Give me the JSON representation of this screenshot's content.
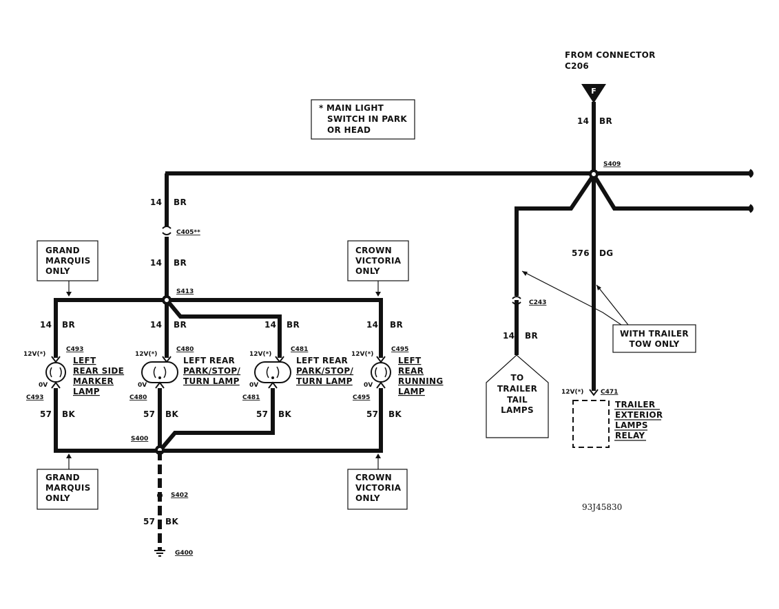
{
  "source": {
    "heading_line1": "FROM CONNECTOR",
    "heading_line2": "C206",
    "pin": "F"
  },
  "note": {
    "line1": "* MAIN LIGHT",
    "line2": "SWITCH IN PARK",
    "line3": "OR HEAD"
  },
  "splices": {
    "s409": "S409",
    "s413": "S413",
    "s400": "S400",
    "s402": "S402"
  },
  "connectors": {
    "c405": "C405**",
    "c243": "C243",
    "c471": "C471",
    "c493": "C493",
    "c480": "C480",
    "c481": "C481",
    "c495": "C495"
  },
  "ground": "G400",
  "wires": {
    "br_gauge": "14",
    "br_color": "BR",
    "dg_gauge": "576",
    "dg_color": "DG",
    "bk_gauge": "57",
    "bk_color": "BK"
  },
  "voltages": {
    "on": "12V(*)",
    "zero": "0V",
    "relay": "12V(*)"
  },
  "callouts": {
    "gm_top": [
      "GRAND",
      "MARQUIS",
      "ONLY"
    ],
    "cv_top": [
      "CROWN",
      "VICTORIA",
      "ONLY"
    ],
    "gm_bottom": [
      "GRAND",
      "MARQUIS",
      "ONLY"
    ],
    "cv_bottom": [
      "CROWN",
      "VICTORIA",
      "ONLY"
    ],
    "trailer_tow": [
      "WITH TRAILER",
      "TOW ONLY"
    ]
  },
  "lamps": {
    "marker": [
      "LEFT",
      "REAR SIDE",
      "MARKER",
      "LAMP"
    ],
    "park1": [
      "LEFT REAR",
      "PARK/STOP/",
      "TURN LAMP"
    ],
    "park2": [
      "LEFT REAR",
      "PARK/STOP/",
      "TURN LAMP"
    ],
    "running": [
      "LEFT",
      "REAR",
      "RUNNING",
      "LAMP"
    ]
  },
  "trailer_tail": [
    "TO",
    "TRAILER",
    "TAIL",
    "LAMPS"
  ],
  "relay": [
    "TRAILER",
    "EXTERIOR",
    "LAMPS",
    "RELAY"
  ],
  "doc_number": "93J45830"
}
